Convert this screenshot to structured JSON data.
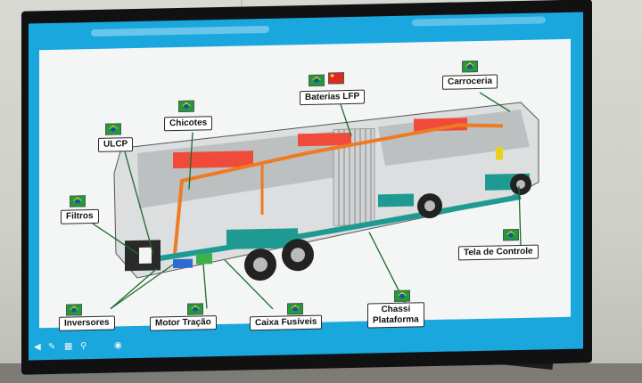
{
  "slide": {
    "labels": {
      "carroceria": "Carroceria",
      "baterias": "Baterias LFP",
      "chicotes": "Chicotes",
      "ulcp": "ULCP",
      "filtros": "Filtros",
      "tela": "Tela de Controle",
      "inversores": "Inversores",
      "motor": "Motor Tração",
      "caixa": "Caixa Fusíveis",
      "chassi": "Chassi",
      "plataforma": "Plataforma"
    },
    "flag_icons": [
      "brazil-flag-icon",
      "china-flag-icon"
    ]
  },
  "colors": {
    "screen_border": "#19a7de",
    "battery": "#f04a3a",
    "cable": "#f07a22",
    "chassis": "#1f9a93"
  },
  "toolbar": {
    "icons": [
      "play-icon",
      "pen-icon",
      "slides-icon",
      "zoom-icon",
      "more-icon"
    ]
  }
}
